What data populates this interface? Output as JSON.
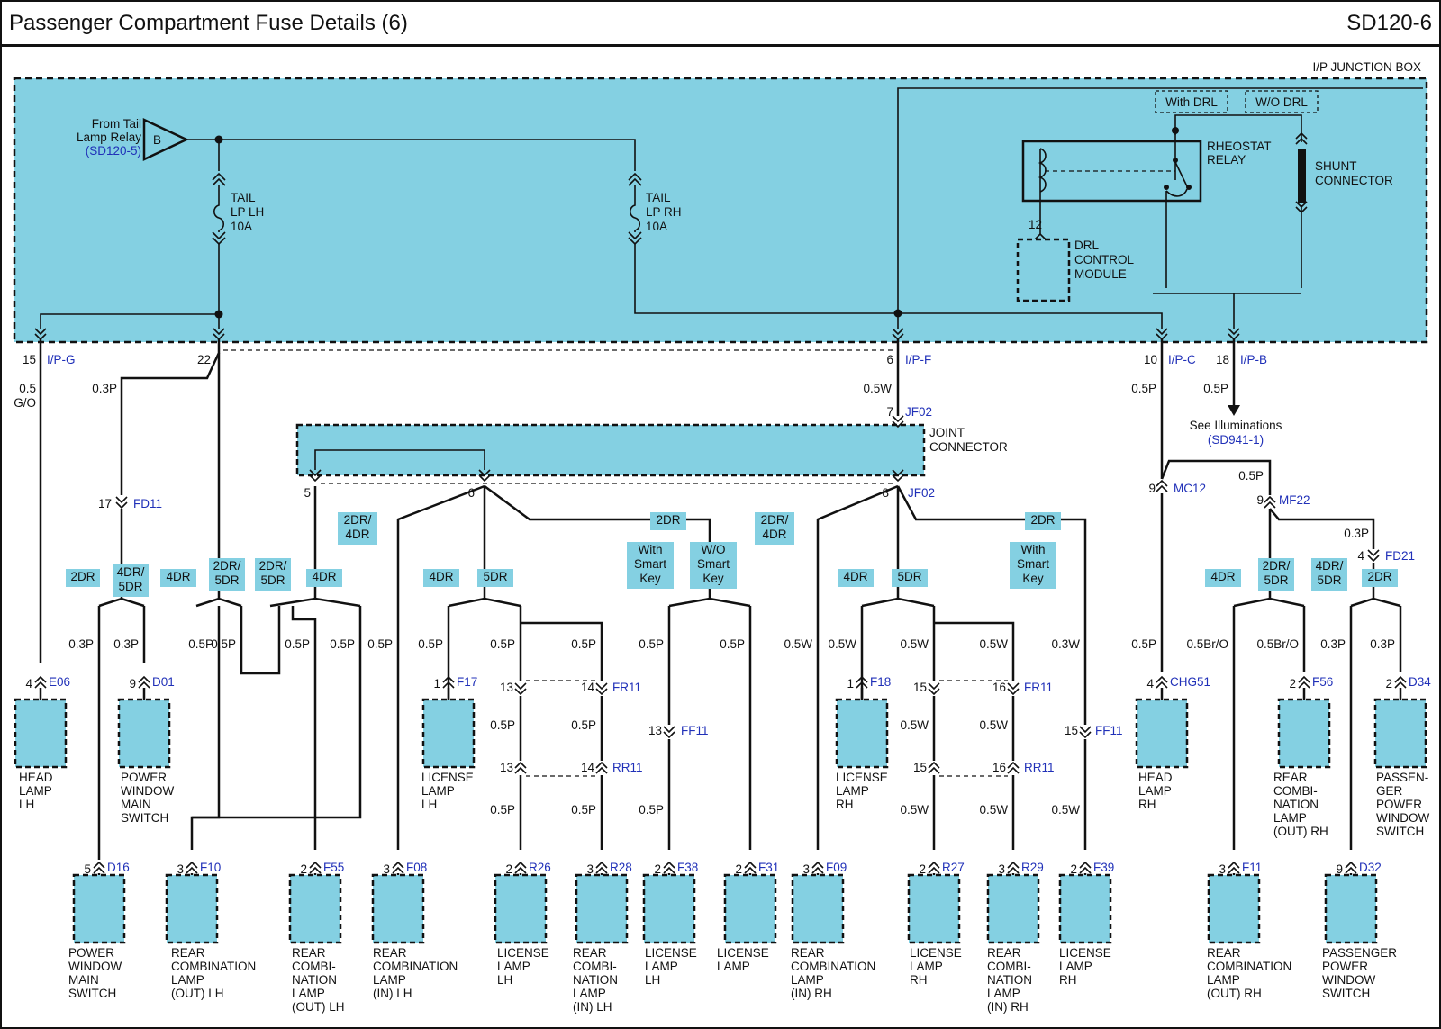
{
  "title": "Passenger Compartment Fuse Details (6)",
  "code": "SD120-6",
  "colors": {
    "box_fill": "#84d0e2",
    "wire": "#111111",
    "ref_text": "#2030b8",
    "border": "#111111"
  },
  "junction_box": {
    "label": "I/P JUNCTION BOX",
    "source_line1": "From Tail",
    "source_line2": "Lamp Relay",
    "source_ref": "(SD120-5)",
    "source_pin": "B",
    "fuse_lh": [
      "TAIL",
      "LP LH",
      "10A"
    ],
    "fuse_rh": [
      "TAIL",
      "LP RH",
      "10A"
    ],
    "with_drl": "With DRL",
    "wo_drl": "W/O DRL",
    "rheostat": [
      "RHEOSTAT",
      "RELAY"
    ],
    "shunt": [
      "SHUNT",
      "CONNECTOR"
    ],
    "drl_module": [
      "DRL",
      "CONTROL",
      "MODULE"
    ],
    "drl_pin": "12"
  },
  "outputs": {
    "ipg": {
      "pin": "15",
      "conn": "I/P-G",
      "wire": "0.5",
      "color": "G/O"
    },
    "ip22": {
      "pin": "22",
      "wire": "0.3P"
    },
    "ipf": {
      "pin": "6",
      "conn": "I/P-F",
      "wire": "0.5W"
    },
    "ipc": {
      "pin": "10",
      "conn": "I/P-C",
      "wire": "0.5P"
    },
    "ipb": {
      "pin": "18",
      "conn": "I/P-B",
      "wire": "0.5P"
    }
  },
  "illum": {
    "text": "See Illuminations",
    "ref": "(SD941-1)"
  },
  "joint": {
    "label1": "JOINT",
    "label2": "CONNECTOR",
    "in_pin": "7",
    "in_conn": "JF02",
    "out_pin": "8",
    "out_conn": "JF02",
    "pin5": "5",
    "pin6": "6"
  },
  "left_labels": {
    "fd11_pin": "17",
    "fd11": "FD11",
    "tag_2dr": "2DR",
    "tag_4dr5dr": "4DR/5DR",
    "tag_4dr": "4DR",
    "tag_2dr5dr": "2DR/5DR",
    "w_03p": "0.3P",
    "w_05p": "0.5P"
  },
  "mid_tags": {
    "tag_2dr4dr": "2DR/4DR",
    "tag_4dr": "4DR",
    "tag_5dr": "5DR",
    "tag_2dr": "2DR",
    "with_smart": "With Smart Key",
    "wo_smart": "W/O Smart Key"
  },
  "inline_connectors": {
    "fr11": "FR11",
    "rr11": "RR11",
    "ff11": "FF11",
    "mc12": "MC12",
    "mf22": "MF22",
    "fd21": "FD21",
    "chg51": "CHG51"
  },
  "components": [
    {
      "pin": "4",
      "conn": "E06",
      "name": "HEAD LAMP LH"
    },
    {
      "pin": "9",
      "conn": "D01",
      "name": "POWER WINDOW MAIN SWITCH"
    },
    {
      "pin": "5",
      "conn": "D16",
      "name": "POWER WINDOW MAIN SWITCH"
    },
    {
      "pin": "3",
      "conn": "F10",
      "name": "REAR COMBINATION LAMP (OUT) LH"
    },
    {
      "pin": "2",
      "conn": "F55",
      "name": "REAR COMBI-NATION LAMP (OUT) LH"
    },
    {
      "pin": "3",
      "conn": "F08",
      "name": "REAR COMBINATION LAMP (IN) LH"
    },
    {
      "pin": "1",
      "conn": "F17",
      "name": "LICENSE LAMP LH"
    },
    {
      "pin": "2",
      "conn": "R26",
      "name": "LICENSE LAMP LH"
    },
    {
      "pin": "3",
      "conn": "R28",
      "name": "REAR COMBI-NATION LAMP (IN) LH"
    },
    {
      "pin": "2",
      "conn": "F38",
      "name": "LICENSE LAMP LH"
    },
    {
      "pin": "2",
      "conn": "F31",
      "name": "LICENSE LAMP"
    },
    {
      "pin": "3",
      "conn": "F09",
      "name": "REAR COMBINATION LAMP (IN) RH"
    },
    {
      "pin": "1",
      "conn": "F18",
      "name": "LICENSE LAMP RH"
    },
    {
      "pin": "2",
      "conn": "R27",
      "name": "LICENSE LAMP RH"
    },
    {
      "pin": "3",
      "conn": "R29",
      "name": "REAR COMBI-NATION LAMP (IN) RH"
    },
    {
      "pin": "2",
      "conn": "F39",
      "name": "LICENSE LAMP RH"
    },
    {
      "pin": "4",
      "conn": "CHG51",
      "name": "HEAD LAMP RH"
    },
    {
      "pin": "3",
      "conn": "F11",
      "name": "REAR COMBINATION LAMP (OUT) RH"
    },
    {
      "pin": "2",
      "conn": "F56",
      "name": "REAR COMBI-NATION LAMP (OUT) RH"
    },
    {
      "pin": "9",
      "conn": "D32",
      "name": "PASSENGER POWER WINDOW SWITCH"
    },
    {
      "pin": "2",
      "conn": "D34",
      "name": "PASSEN-GER POWER WINDOW SWITCH"
    }
  ]
}
